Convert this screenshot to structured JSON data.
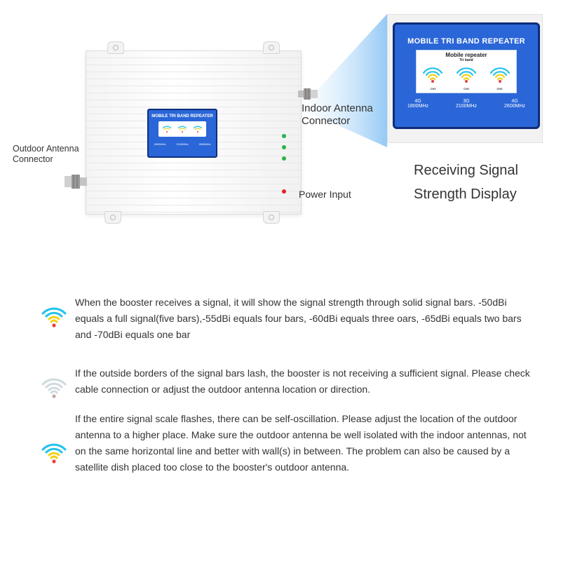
{
  "device": {
    "panel_title": "MOBILE TRI BAND REPEATER",
    "panel_subtitle": "Mobile repeater",
    "panel_subtitle2": "Tri band",
    "bands": [
      {
        "ch": "CH1",
        "gen": "4G",
        "freq": "1800MHz"
      },
      {
        "ch": "CH2",
        "gen": "3G",
        "freq": "2100MHz"
      },
      {
        "ch": "CH3",
        "gen": "4G",
        "freq": "2600MHz"
      }
    ]
  },
  "labels": {
    "indoor_line1": "Indoor Antenna",
    "indoor_line2": "Connector",
    "outdoor_line1": "Outdoor Antenna",
    "outdoor_line2": "Connector",
    "power": "Power Input",
    "display_line1": "Receiving Signal",
    "display_line2": "Strength Display"
  },
  "info": [
    {
      "icon": "signal-bars-colored-icon",
      "text": "When the booster receives a signal, it will show the signal strength through solid signal bars. -50dBi equals a full signal(five bars),-55dBi equals four bars, -60dBi equals three oars, -65dBi equals two bars and -70dBi equals one bar"
    },
    {
      "icon": "signal-bars-faded-icon",
      "text": "If the outside borders of the signal bars lash, the booster is not receiving a sufficient signal. Please check cable connection or adjust the outdoor antenna location or direction."
    },
    {
      "icon": "signal-bars-colored-icon",
      "text": "If the entire signal scale flashes, there can be self-oscillation. Please adjust the location of the outdoor antenna to a higher place. Make sure the outdoor antenna be well isolated with the indoor antennas, not on the same horizontal line and better with wall(s) in between. The problem can also be caused by a satellite dish placed too close to the booster's outdoor antenna."
    }
  ],
  "colors": {
    "panel_blue": "#2a66d8",
    "bar_cyan": "#22c3ec",
    "bar_yellow": "#f2d21a",
    "bar_red": "#e8423a",
    "faded": "#c7d3d8"
  }
}
